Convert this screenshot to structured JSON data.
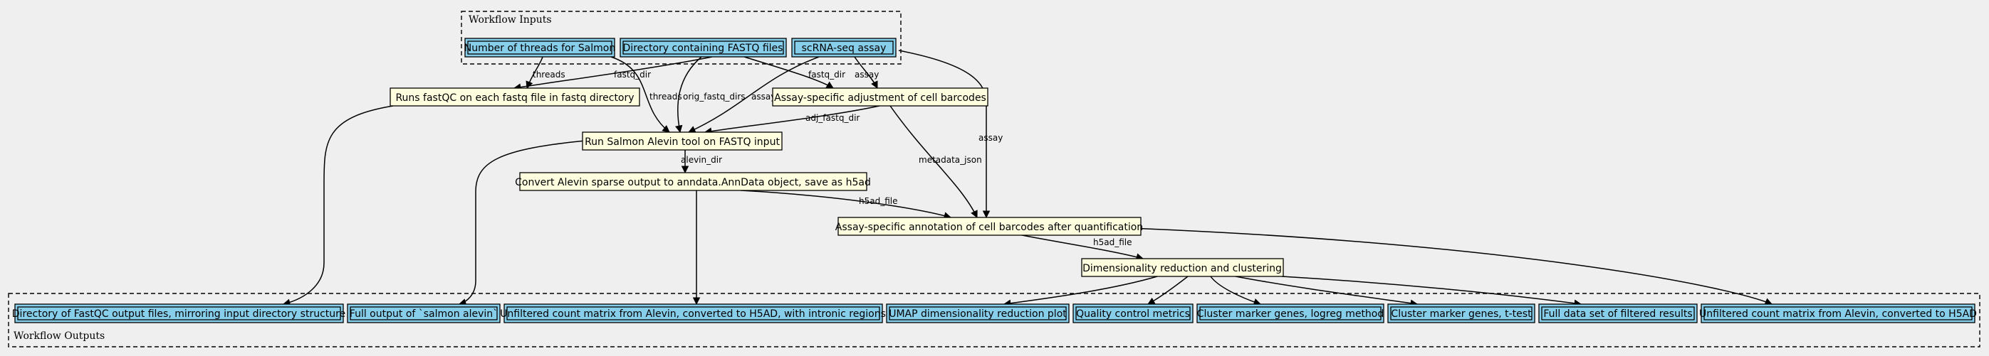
{
  "clusters": {
    "inputs_title": "Workflow Inputs",
    "outputs_title": "Workflow Outputs"
  },
  "inputs": [
    {
      "id": "threads",
      "label": "Number of threads for Salmon"
    },
    {
      "id": "fastq_dir",
      "label": "Directory containing FASTQ files"
    },
    {
      "id": "assay",
      "label": "scRNA-seq assay"
    }
  ],
  "steps": [
    {
      "id": "fastqc",
      "label": "Runs fastQC on each fastq file in fastq directory"
    },
    {
      "id": "adjust",
      "label": "Assay-specific adjustment of cell barcodes"
    },
    {
      "id": "alevin",
      "label": "Run Salmon Alevin tool on FASTQ input"
    },
    {
      "id": "convert",
      "label": "Convert Alevin sparse output to anndata.AnnData object, save as h5ad"
    },
    {
      "id": "annotate",
      "label": "Assay-specific annotation of cell barcodes after quantification"
    },
    {
      "id": "dimred",
      "label": "Dimensionality reduction and clustering"
    }
  ],
  "outputs": [
    {
      "id": "fastqc_out",
      "label": "Directory of FastQC output files, mirroring input directory structure"
    },
    {
      "id": "alevin_out",
      "label": "Full output of `salmon alevin`"
    },
    {
      "id": "h5ad_intronic",
      "label": "Unfiltered count matrix from Alevin, converted to H5AD, with intronic regions"
    },
    {
      "id": "umap",
      "label": "UMAP dimensionality reduction plot"
    },
    {
      "id": "qc",
      "label": "Quality control metrics"
    },
    {
      "id": "logreg",
      "label": "Cluster marker genes, logreg method"
    },
    {
      "id": "ttest",
      "label": "Cluster marker genes, t-test"
    },
    {
      "id": "filtered",
      "label": "Full data set of filtered results"
    },
    {
      "id": "h5ad",
      "label": "Unfiltered count matrix from Alevin, converted to H5AD"
    }
  ],
  "edge_labels": {
    "threads_fastqc": "threads",
    "fastq_dir_fastqc": "fastq_dir",
    "threads_alevin": "threads",
    "orig_fastq_dirs": "orig_fastq_dirs",
    "assay_alevin": "assay",
    "fastq_dir_adjust": "fastq_dir",
    "assay_adjust": "assay",
    "adj_fastq_dir": "adj_fastq_dir",
    "metadata_json": "metadata_json",
    "assay_annotate": "assay",
    "alevin_dir": "alevin_dir",
    "h5ad_file_annotate": "h5ad_file",
    "h5ad_file_dimred": "h5ad_file"
  }
}
